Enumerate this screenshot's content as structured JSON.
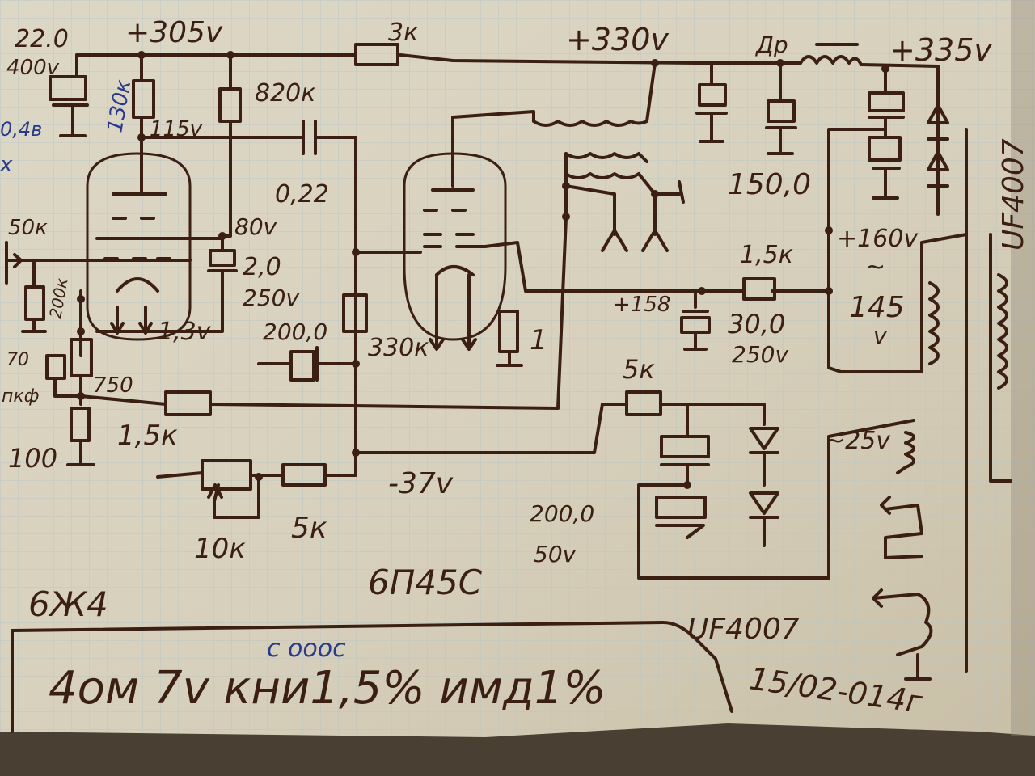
{
  "labels": {
    "c_input_value": "22.0",
    "c_input_voltage": "400v",
    "v_anode_supply": "+305v",
    "r_series_top": "3к",
    "v_b_plus": "+330v",
    "choke_label": "Др",
    "v_rectified": "+335v",
    "r_anode_1": "130к",
    "v_anode_1": "115v",
    "r_screen": "820к",
    "c_coupling": "0,22",
    "v_screen_1": "80v",
    "c_screen_value": "2,0",
    "c_screen_voltage": "250v",
    "r_bias_in": "50к",
    "r_grid": "200к",
    "v_cathode": "1,3v",
    "c_cathode_1": "200,0",
    "r_grid_2": "330к",
    "c_fb_value": "70",
    "c_fb_unit": "пкф",
    "r_cathode_1": "750",
    "r_cathode_2": "100",
    "r_feedback": "1,5к",
    "pot_bias": "10к",
    "r_bias": "5к",
    "v_bias": "-37v",
    "heater_r": "1",
    "v_156": "+158",
    "r_156": "1,5к",
    "c_filter_value": "30,0",
    "c_filter_voltage": "250v",
    "v_160": "+160v",
    "v_145_a": "145",
    "v_145_b": "v",
    "c_filter_150": "150,0",
    "r_bias_supply": "5к",
    "v_ac_25": "~25v",
    "c_bias_value": "200,0",
    "c_bias_voltage": "50v",
    "tube_1": "6Ж4",
    "tube_2": "6П45С",
    "diode_right": "UF4007",
    "diode_bottom": "UF4007",
    "blue_left_a": "0,4в",
    "blue_left_b": "x",
    "spec_annotation": "c ооос",
    "spec_main": "4ом 7v кни1,5% имд1%",
    "date": "15/02-014г"
  }
}
